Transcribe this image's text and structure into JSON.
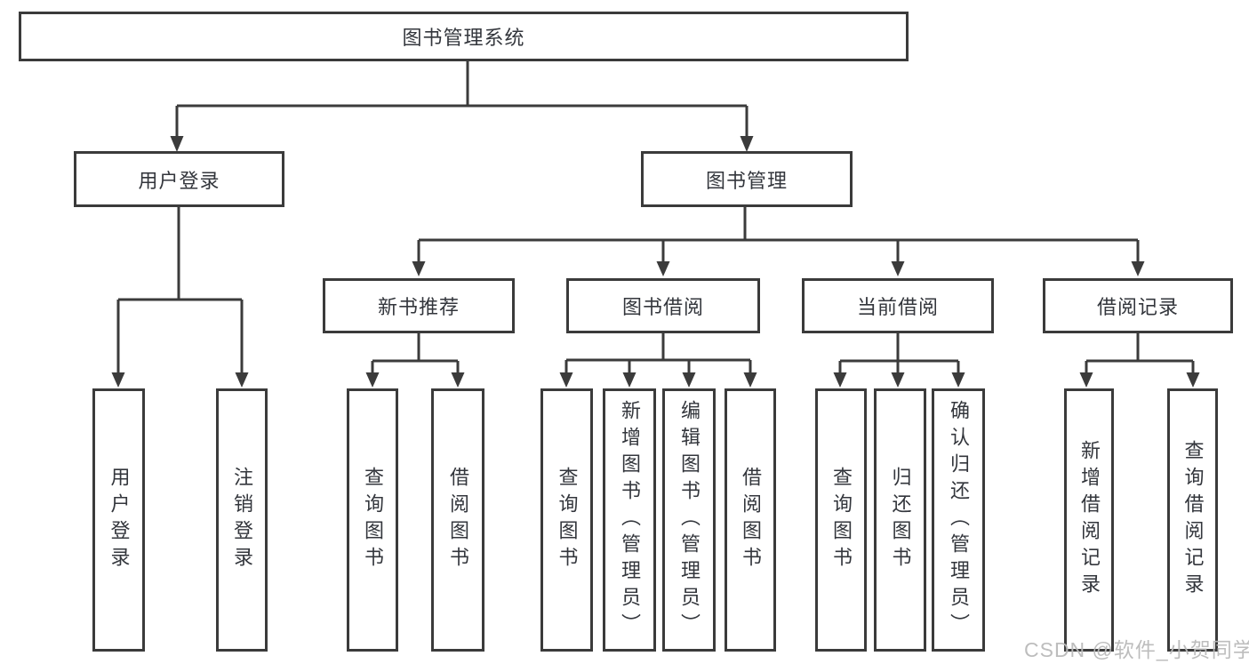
{
  "diagram": {
    "root": {
      "label": "图书管理系统"
    },
    "branches": [
      {
        "label": "用户登录",
        "children": [
          {
            "label": "用户登录"
          },
          {
            "label": "注销登录"
          }
        ]
      },
      {
        "label": "图书管理",
        "children": [
          {
            "label": "新书推荐",
            "children": [
              {
                "label": "查询图书"
              },
              {
                "label": "借阅图书"
              }
            ]
          },
          {
            "label": "图书借阅",
            "children": [
              {
                "label": "查询图书"
              },
              {
                "label": "新增图书（管理员）"
              },
              {
                "label": "编辑图书（管理员）"
              },
              {
                "label": "借阅图书"
              }
            ]
          },
          {
            "label": "当前借阅",
            "children": [
              {
                "label": "查询图书"
              },
              {
                "label": "归还图书"
              },
              {
                "label": "确认归还（管理员）"
              }
            ]
          },
          {
            "label": "借阅记录",
            "children": [
              {
                "label": "新增借阅记录"
              },
              {
                "label": "查询借阅记录"
              }
            ]
          }
        ]
      }
    ]
  },
  "watermark": {
    "text": "CSDN @软件_小贺同学"
  },
  "colors": {
    "line": "#3b3b3b",
    "text": "#33363c",
    "background": "#ffffff",
    "watermark": "#b9b9b9"
  }
}
